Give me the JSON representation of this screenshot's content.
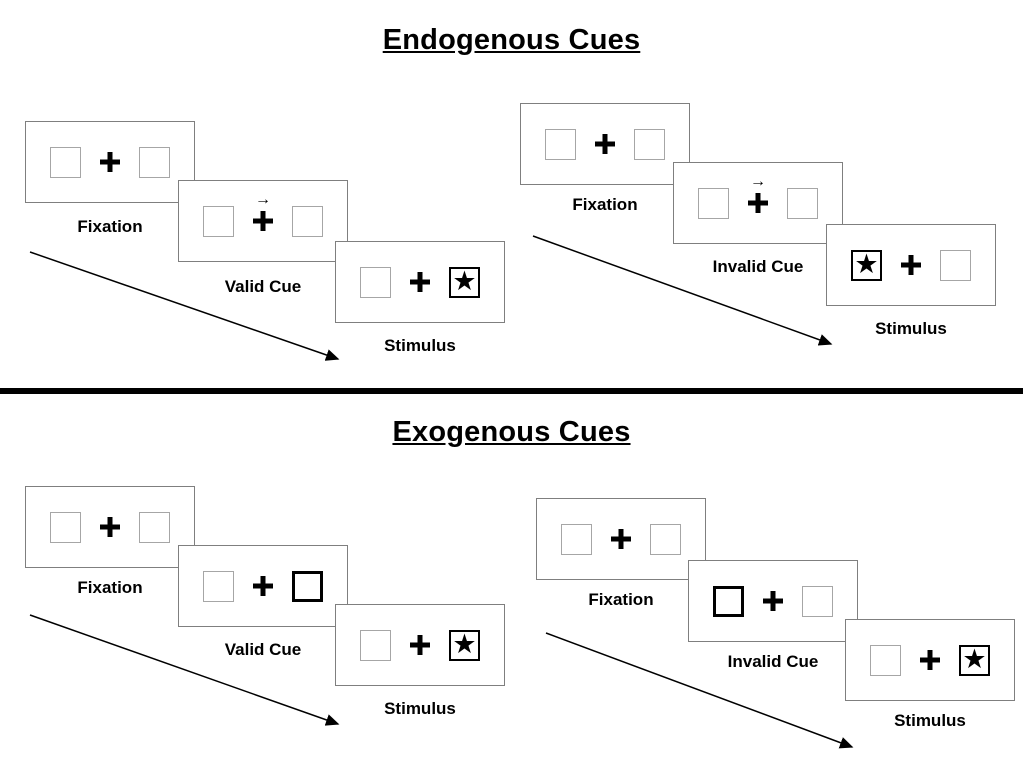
{
  "diagram": {
    "endogenous": {
      "title": "Endogenous Cues",
      "valid": {
        "fixation": "Fixation",
        "cue": "Valid Cue",
        "stimulus": "Stimulus"
      },
      "invalid": {
        "fixation": "Fixation",
        "cue": "Invalid Cue",
        "stimulus": "Stimulus"
      }
    },
    "exogenous": {
      "title": "Exogenous Cues",
      "valid": {
        "fixation": "Fixation",
        "cue": "Valid Cue",
        "stimulus": "Stimulus"
      },
      "invalid": {
        "fixation": "Fixation",
        "cue": "Invalid Cue",
        "stimulus": "Stimulus"
      }
    },
    "glyphs": {
      "star": "★",
      "cue_arrow": "→"
    },
    "colors": {
      "panel_border": "#7f7f7f",
      "box_border": "#a6a6a6",
      "highlight_border": "#000000",
      "divider": "#000000",
      "text": "#000000"
    }
  }
}
